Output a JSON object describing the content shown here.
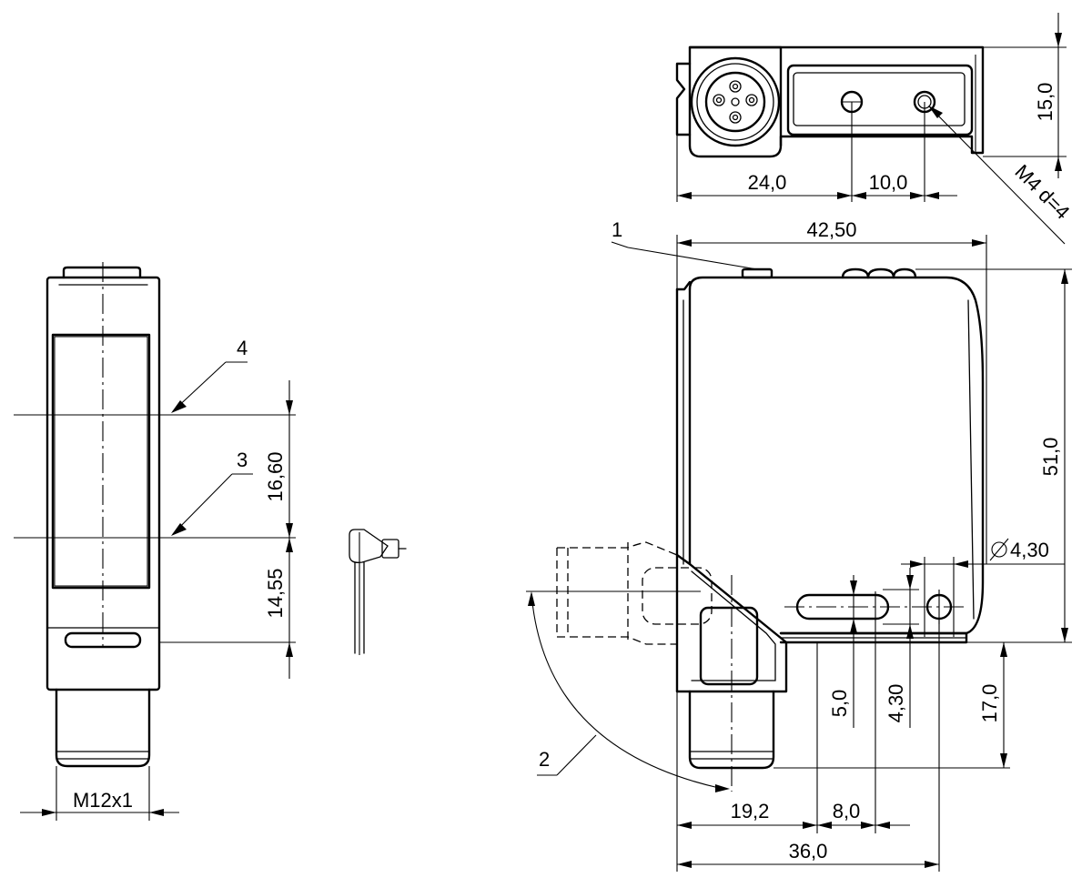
{
  "dimensions": {
    "top_height": "15,0",
    "top_width_left": "24,0",
    "top_width_right": "10,0",
    "thread": "M4 d=4",
    "overall_width": "42,50",
    "overall_height": "51,0",
    "hole_diameter": "4,30",
    "slot_width": "5,0",
    "hole_offset": "4,30",
    "connector_height": "17,0",
    "slot_x": "19,2",
    "slot_length": "8,0",
    "mount_width": "36,0",
    "front_upper": "16,60",
    "front_lower": "14,55",
    "connector_thread": "M12x1"
  },
  "callouts": [
    "1",
    "2",
    "3",
    "4"
  ]
}
